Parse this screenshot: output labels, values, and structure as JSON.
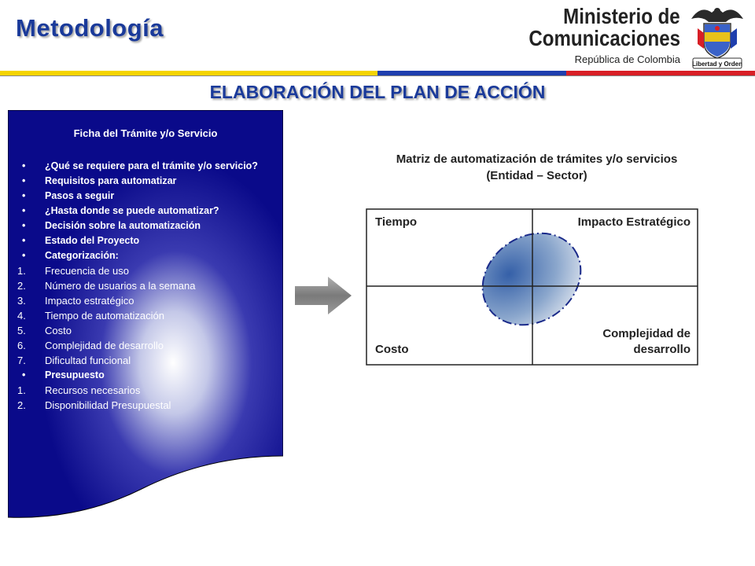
{
  "header": {
    "section_title": "Metodología",
    "ministry_line1": "Ministerio de",
    "ministry_line2": "Comunicaciones",
    "ministry_sub": "República de Colombia",
    "motto": "Libertad y Orden"
  },
  "colors": {
    "flag_yellow": "#f5d400",
    "flag_blue": "#1f3fae",
    "flag_red": "#d81f26",
    "title_blue": "#1a3a9a",
    "panel_navy": "#0a0a8a"
  },
  "main_title": "ELABORACIÓN DEL PLAN DE ACCIÓN",
  "panel": {
    "heading": "Ficha del Trámite y/o Servicio",
    "items": [
      {
        "type": "bullet",
        "mark": "•",
        "text": "¿Qué se requiere para el trámite y/o servicio?"
      },
      {
        "type": "bullet",
        "mark": "•",
        "text": "Requisitos para automatizar"
      },
      {
        "type": "bullet",
        "mark": "•",
        "text": "Pasos a seguir"
      },
      {
        "type": "bullet",
        "mark": "•",
        "text": "¿Hasta donde se puede automatizar?"
      },
      {
        "type": "bullet",
        "mark": "•",
        "text": "Decisión sobre la automatización"
      },
      {
        "type": "bullet",
        "mark": "•",
        "text": "Estado del Proyecto"
      },
      {
        "type": "bullet",
        "mark": "•",
        "text": "Categorización:"
      },
      {
        "type": "num",
        "mark": "1.",
        "text": "Frecuencia de uso"
      },
      {
        "type": "num",
        "mark": "2.",
        "text": "Número de usuarios a la semana"
      },
      {
        "type": "num",
        "mark": "3.",
        "text": "Impacto estratégico"
      },
      {
        "type": "num",
        "mark": "4.",
        "text": "Tiempo de automatización"
      },
      {
        "type": "num",
        "mark": "5.",
        "text": "Costo"
      },
      {
        "type": "num",
        "mark": "6.",
        "text": "Complejidad de desarrollo"
      },
      {
        "type": "num",
        "mark": "7.",
        "text": "Dificultad funcional"
      },
      {
        "type": "bullet",
        "mark": "•",
        "text": "Presupuesto"
      },
      {
        "type": "num",
        "mark": "1.",
        "text": "Recursos necesarios"
      },
      {
        "type": "num",
        "mark": "2.",
        "text": "Disponibilidad Presupuestal"
      }
    ]
  },
  "matrix": {
    "title_line1": "Matriz de automatización de trámites y/o servicios",
    "title_line2": "(Entidad – Sector)",
    "top_left": "Tiempo",
    "top_right": "Impacto Estratégico",
    "bottom_left": "Costo",
    "bottom_right": "Complejidad de desarrollo"
  }
}
